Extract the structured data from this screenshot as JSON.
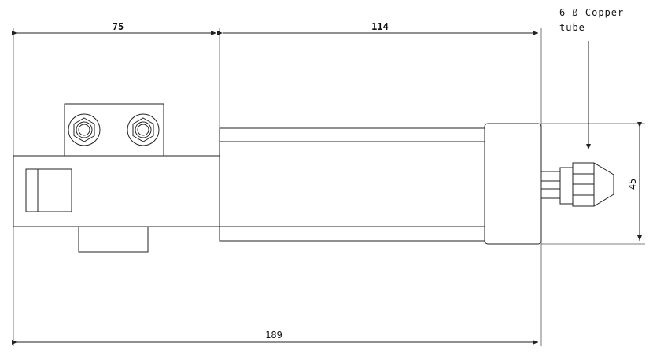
{
  "dimensions": {
    "left_length": "75",
    "right_length": "114",
    "total_length": "189",
    "cap_height": "45"
  },
  "annotation": {
    "line1": "6 Ø Copper",
    "line2": "tube"
  }
}
